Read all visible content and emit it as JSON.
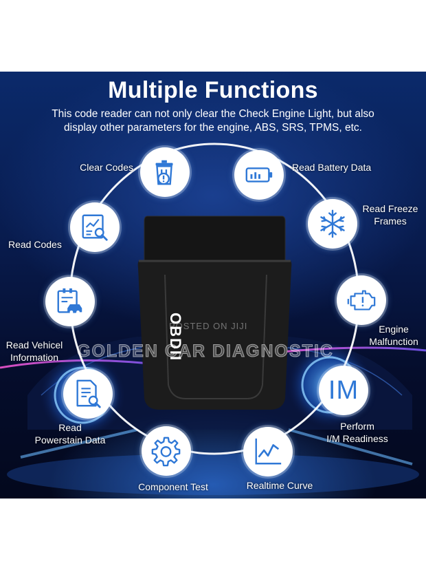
{
  "header": {
    "title": "Multiple Functions",
    "subtitle_line1": "This code reader can not only clear the Check Engine Light, but also",
    "subtitle_line2": "display other parameters for the engine, ABS, SRS, TPMS, etc."
  },
  "device": {
    "brand_text": "OBDII"
  },
  "features": {
    "clear_codes": {
      "label": "Clear Codes",
      "icon": "trash-alert-icon"
    },
    "read_battery": {
      "label": "Read Battery Data",
      "icon": "battery-icon"
    },
    "read_freeze_1": "Read Freeze",
    "read_freeze_2": "Frames",
    "read_codes": {
      "label": "Read Codes",
      "icon": "chart-search-icon"
    },
    "engine_1": "Engine",
    "engine_2": "Malfunction",
    "vehicle_1": "Read Vehicel",
    "vehicle_2": "Information",
    "im_1": "Perform",
    "im_2": "I/M Readiness",
    "im_icon_text": "IM",
    "powertrain_1": "Read",
    "powertrain_2": "Powerstain Data",
    "component_test": {
      "label": "Component Test",
      "icon": "gear-icon"
    },
    "realtime_curve": {
      "label": "Realtime Curve",
      "icon": "line-chart-icon"
    }
  },
  "watermarks": {
    "small": "POSTED ON JIJI",
    "large": "GOLDEN CAR DIAGNOSTIC"
  },
  "colors": {
    "icon_blue": "#2f78d6",
    "accent_glow": "#5aa8ff",
    "background_dark": "#050d2c"
  }
}
